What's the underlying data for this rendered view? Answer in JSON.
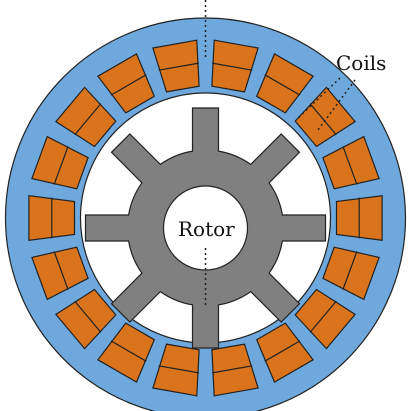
{
  "labels": {
    "coils": "Coils",
    "rotor": "Rotor"
  },
  "colors": {
    "stator": "#6fa8dc",
    "coil": "#d9731c",
    "rotor": "#808080",
    "background": "#ffffff",
    "outline": "#222222"
  },
  "stator_slot_count": 18,
  "rotor_tooth_count": 8
}
